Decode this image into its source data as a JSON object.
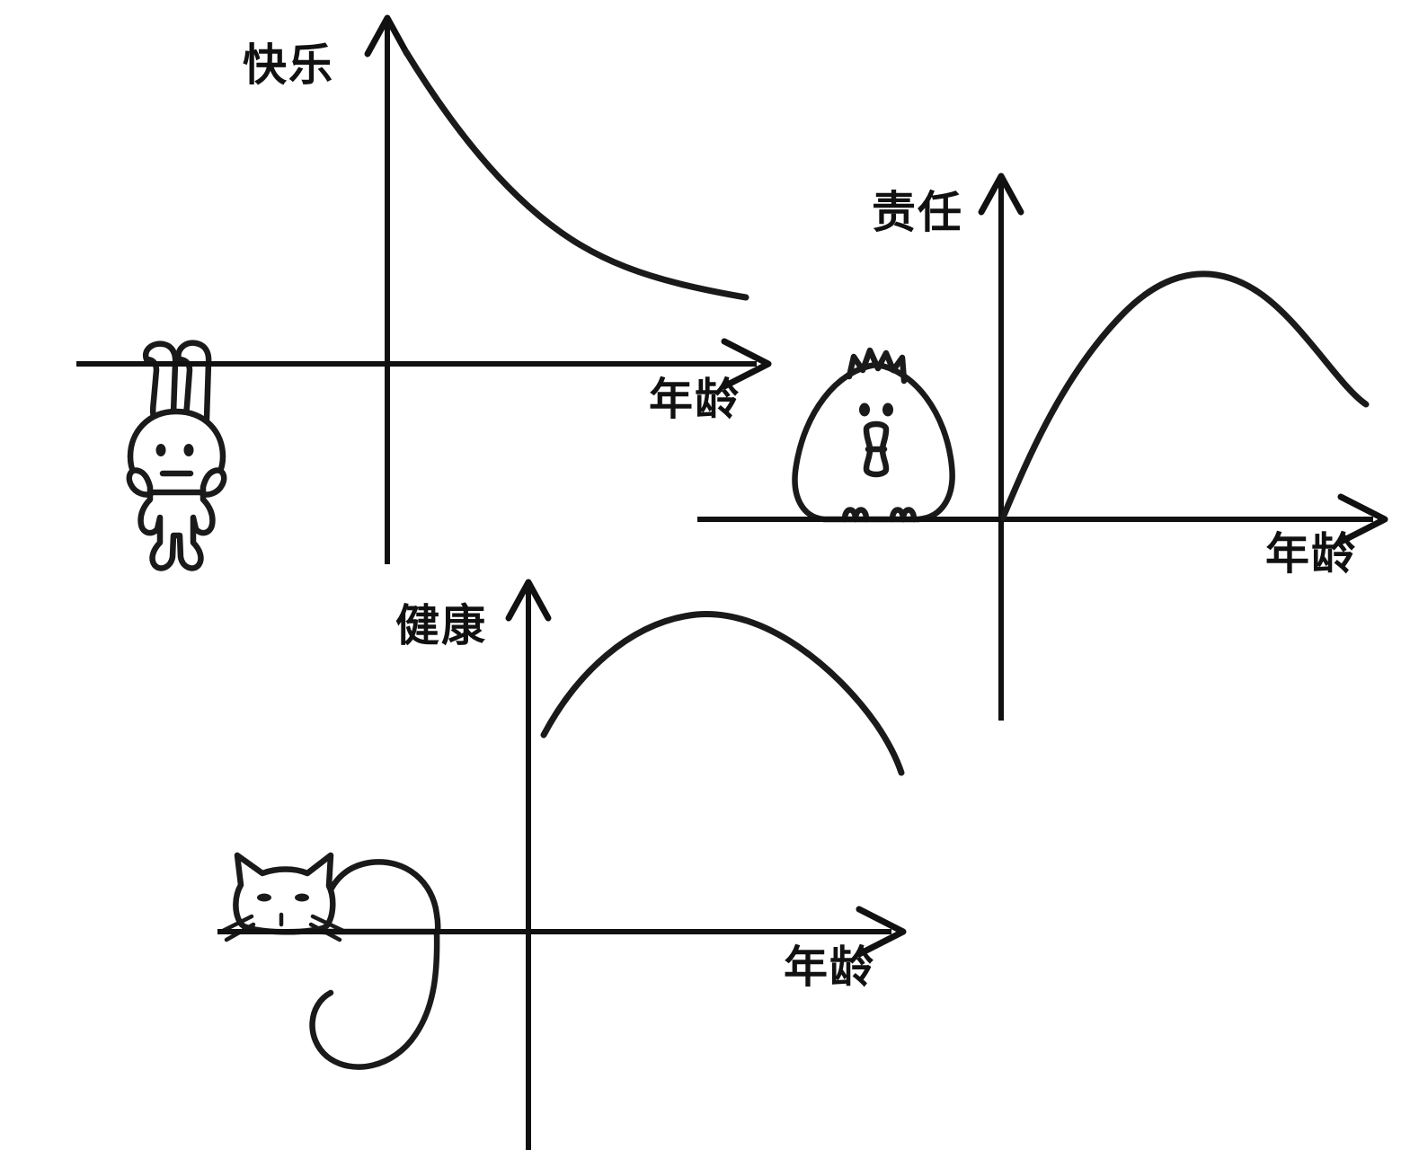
{
  "page": {
    "title": "Age vs Life Qualities Doodle Charts",
    "background_color": "#ffffff",
    "ink_color": "#1a1a1a"
  },
  "charts": [
    {
      "id": "happiness",
      "y_label": "快乐",
      "x_label": "年龄",
      "mascot": "rabbit-hanging-from-axis",
      "curve_shape": "exponential-decay"
    },
    {
      "id": "responsibility",
      "y_label": "责任",
      "x_label": "年龄",
      "mascot": "chicken-standing-on-axis",
      "curve_shape": "rise-peak-fall-from-origin"
    },
    {
      "id": "health",
      "y_label": "健康",
      "x_label": "年龄",
      "mascot": "cat-lying-on-axis",
      "curve_shape": "inverted-parabola-arc"
    }
  ],
  "chart_data": [
    {
      "type": "line",
      "title": "快乐 vs 年龄",
      "xlabel": "年龄",
      "ylabel": "快乐",
      "grid": false,
      "legend": "none",
      "axis_style": "hand-drawn arrows, unlabeled ticks",
      "xlim": [
        0,
        10
      ],
      "ylim": [
        0,
        10
      ],
      "x": [
        0.2,
        1,
        2,
        3,
        4,
        5,
        6,
        7,
        8,
        9,
        9.8
      ],
      "y": [
        9.6,
        8.3,
        6.7,
        5.5,
        4.6,
        3.9,
        3.4,
        3.0,
        2.7,
        2.5,
        2.4
      ],
      "annotation": "兔子挂在横轴上"
    },
    {
      "type": "line",
      "title": "责任 vs 年龄",
      "xlabel": "年龄",
      "ylabel": "责任",
      "grid": false,
      "legend": "none",
      "axis_style": "hand-drawn arrows, unlabeled ticks",
      "xlim": [
        0,
        10
      ],
      "ylim": [
        0,
        10
      ],
      "x": [
        0,
        1,
        2,
        3,
        4,
        5,
        6,
        7,
        8,
        9,
        9.6
      ],
      "y": [
        0,
        3.6,
        6.2,
        7.9,
        8.9,
        9.3,
        9.1,
        8.2,
        6.7,
        4.6,
        3.2
      ],
      "annotation": "小鸡站在横轴上"
    },
    {
      "type": "line",
      "title": "健康 vs 年龄",
      "xlabel": "年龄",
      "ylabel": "健康",
      "grid": false,
      "legend": "none",
      "axis_style": "hand-drawn arrows, unlabeled ticks",
      "xlim": [
        0,
        10
      ],
      "ylim": [
        0,
        10
      ],
      "x": [
        0.5,
        1.5,
        2.5,
        3.5,
        4.5,
        5.5,
        6.5,
        7.5,
        8.5,
        9.3
      ],
      "y": [
        4.4,
        6.6,
        8.1,
        8.9,
        9.1,
        8.8,
        8.0,
        6.9,
        5.3,
        3.9
      ],
      "annotation": "猫趴在横轴上"
    }
  ]
}
